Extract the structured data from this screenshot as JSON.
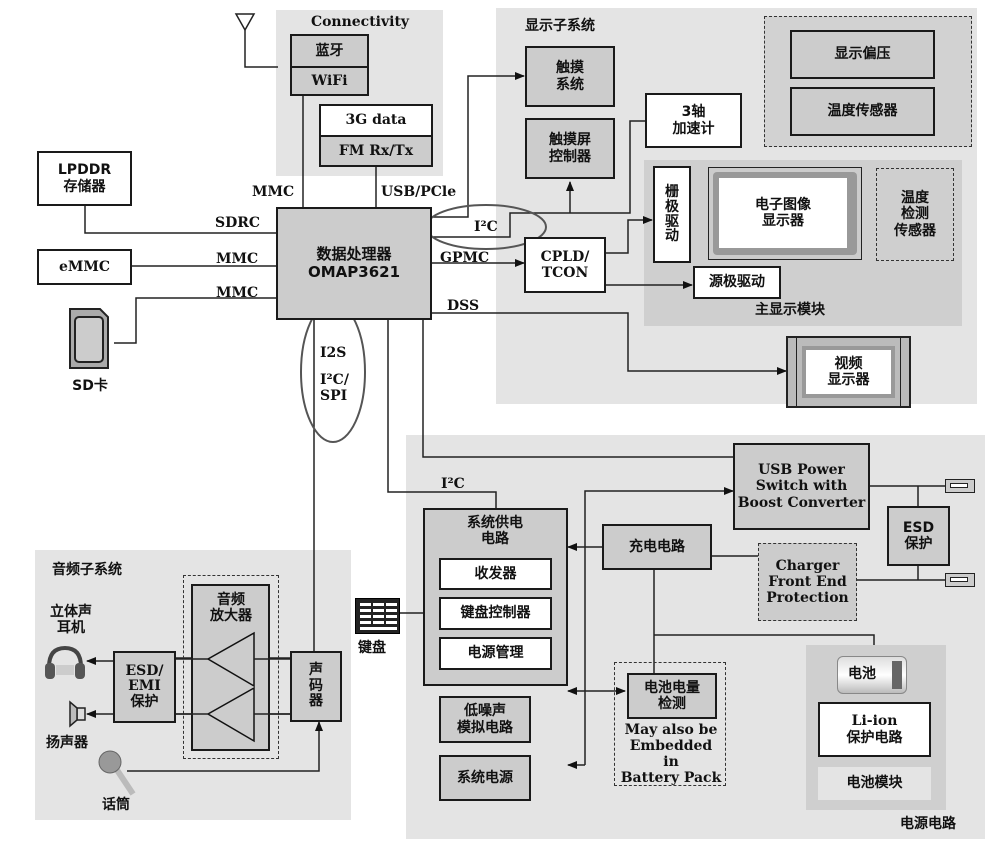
{
  "connectivity": {
    "title": "Connectivity",
    "bluetooth": "蓝牙",
    "wifi": "WiFi",
    "data3g": "3G data",
    "fm": "FM Rx/Tx"
  },
  "memory": {
    "lpddr": "LPDDR\n存储器",
    "emmc": "eMMC",
    "sd_label": "SD卡"
  },
  "bus_labels": {
    "mmc_top": "MMC",
    "usb_pcie": "USB/PCle",
    "sdrc": "SDRC",
    "mmc_emmc": "MMC",
    "mmc_sd": "MMC",
    "i2c_display": "I²C",
    "gpmc": "GPMC",
    "dss": "DSS",
    "i2s": "I2S",
    "i2c_spi": "I²C/\nSPI",
    "i2c_power": "I²C"
  },
  "processor": {
    "label": "数据处理器\nOMAP3621"
  },
  "display_subsystem": {
    "title": "显示子系统",
    "touch_system": "触摸\n系统",
    "touch_controller": "触摸屏\n控制器",
    "accelerometer": "3轴\n加速计",
    "display_bias": "显示偏压",
    "temp_sensor": "温度传感器",
    "gate_driver": "栅\n极\n驱\n动",
    "epaper_display": "电子图像\n显示器",
    "temp_detect_sensor": "温度\n检测\n传感器",
    "cpld": "CPLD/\nTCON",
    "source_driver": "源极驱动",
    "main_display_module": "主显示模块",
    "video_display": "视频\n显示器"
  },
  "power": {
    "title": "电源电路",
    "usb_power_switch": "USB Power\nSwitch with\nBoost Converter",
    "esd_protect": "ESD\n保护",
    "system_supply": "系统供电\n电路",
    "transceiver": "收发器",
    "keyboard_controller": "键盘控制器",
    "power_management": "电源管理",
    "charger": "充电电路",
    "charger_front_end": "Charger\nFront End\nProtection",
    "low_noise_analog": "低噪声\n模拟电路",
    "system_power": "系统电源",
    "fuel_gauge": "电池电量\n检测",
    "fuel_gauge_note": "May also be\nEmbedded in\nBattery Pack",
    "battery_label": "电池",
    "liion_protect": "Li-ion\n保护电路",
    "battery_module": "电池模块"
  },
  "keyboard": {
    "label": "键盘"
  },
  "audio": {
    "title": "音频子系统",
    "headphones": "立体声\n耳机",
    "speaker": "扬声器",
    "microphone": "话筒",
    "esd_emi": "ESD/\nEMI\n保护",
    "amplifier": "音频\n放大器",
    "codec": "声\n码\n器"
  }
}
